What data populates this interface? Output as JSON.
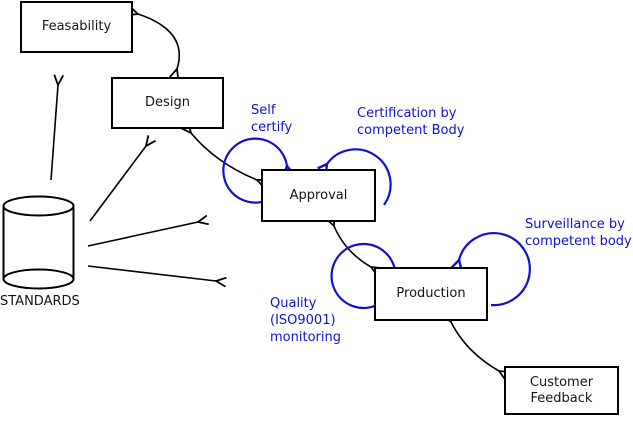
{
  "colors": {
    "background": "#ffffff",
    "line": "#000000",
    "label": "#141414",
    "annotation": "#1010d0"
  },
  "nodes": {
    "feasability": {
      "label": "Feasability"
    },
    "design": {
      "label": "Design"
    },
    "approval": {
      "label": "Approval"
    },
    "production": {
      "label": "Production"
    },
    "customer_feedback": {
      "label": "Customer\nFeedback"
    },
    "standards": {
      "label": "STANDARDS",
      "shape": "cylinder"
    }
  },
  "annotations": {
    "self_certify": {
      "label": "Self\ncertify"
    },
    "certification": {
      "label": "Certification by\ncompetent Body"
    },
    "surveillance": {
      "label": "Surveillance by\ncompetent body"
    },
    "quality_monitoring": {
      "label": "Quality\n(ISO9001)\nmonitoring"
    }
  },
  "edges": [
    {
      "from": "feasability",
      "to": "design",
      "style": "double-arrow"
    },
    {
      "from": "design",
      "to": "approval",
      "style": "double-arrow"
    },
    {
      "from": "approval",
      "to": "production",
      "style": "double-arrow"
    },
    {
      "from": "production",
      "to": "customer_feedback",
      "style": "double-arrow"
    },
    {
      "from": "standards",
      "to": "feasability",
      "style": "arrow"
    },
    {
      "from": "standards",
      "to": "design",
      "style": "arrow"
    },
    {
      "from": "standards",
      "to": "approval",
      "style": "arrow"
    },
    {
      "from": "standards",
      "to": "production",
      "style": "arrow"
    },
    {
      "node": "approval",
      "annotation": "self_certify",
      "style": "self-loop"
    },
    {
      "node": "approval",
      "annotation": "certification",
      "style": "self-loop"
    },
    {
      "node": "production",
      "annotation": "quality_monitoring",
      "style": "self-loop"
    },
    {
      "node": "production",
      "annotation": "surveillance",
      "style": "self-loop"
    }
  ]
}
